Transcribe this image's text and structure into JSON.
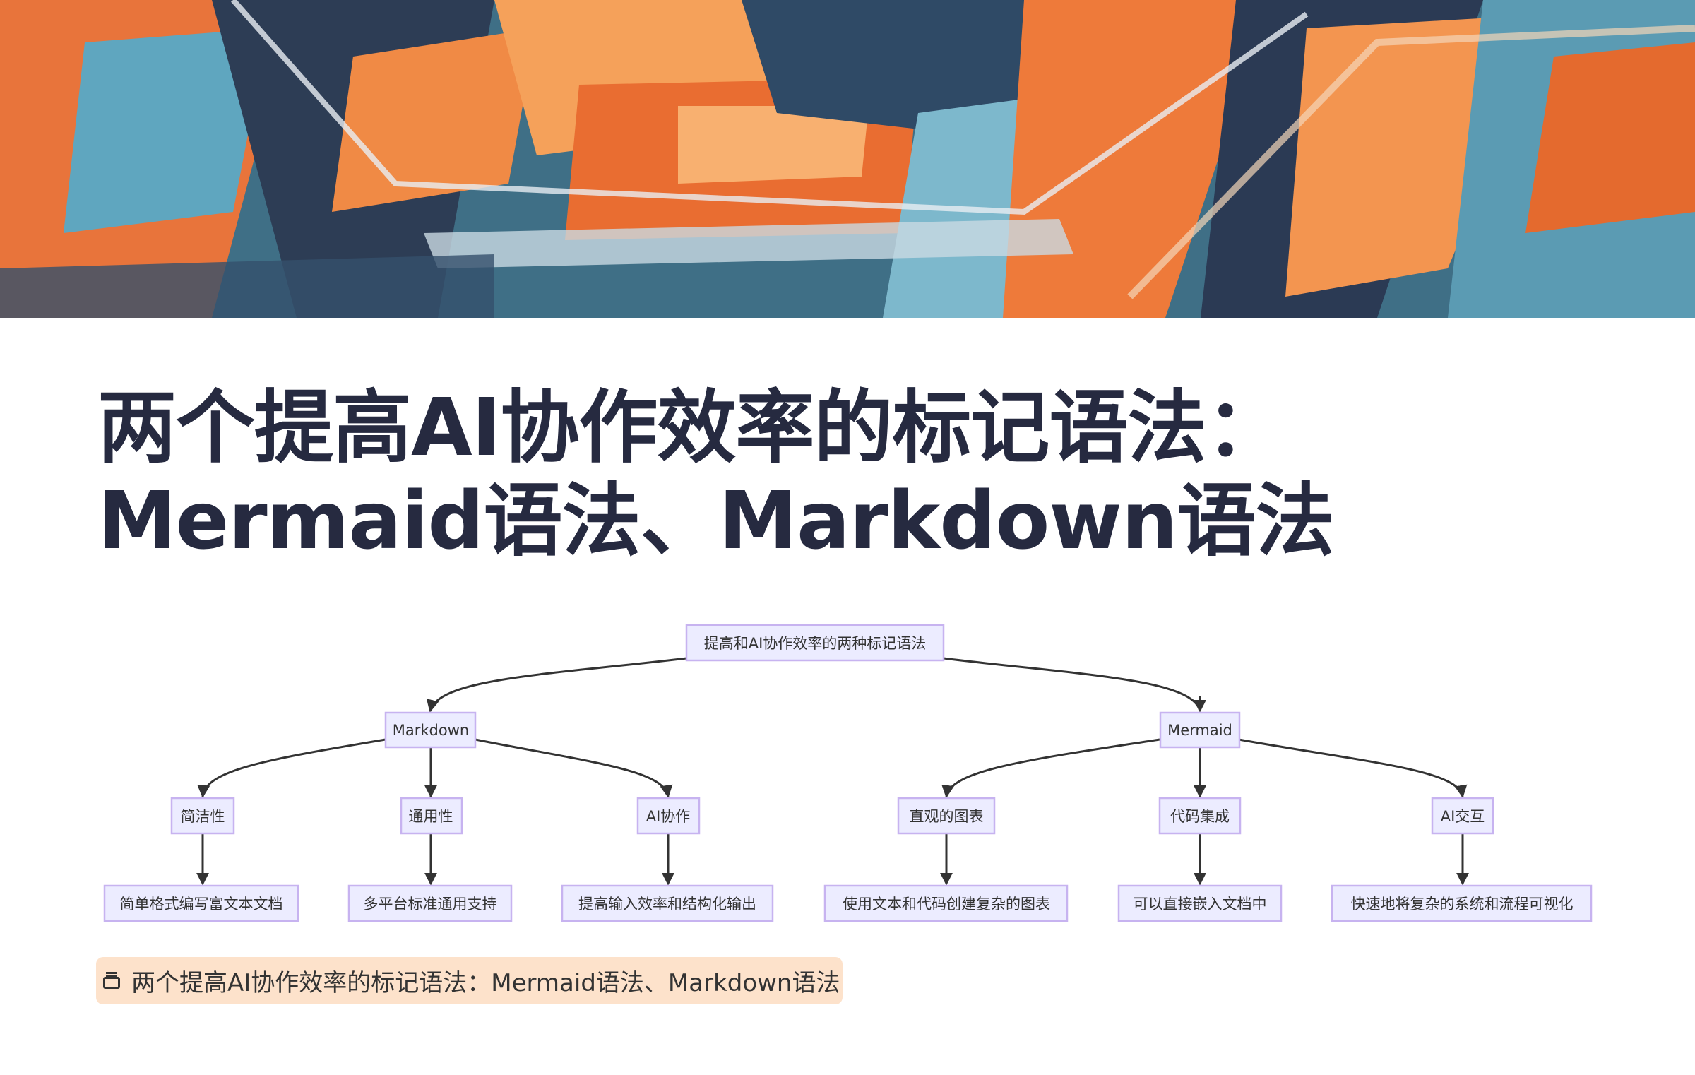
{
  "page": {
    "title": "两个提高AI协作效率的标记语法：Mermaid语法、Markdown语法"
  },
  "diagram": {
    "root": "提高和AI协作效率的两种标记语法",
    "markdown": {
      "label": "Markdown",
      "children": [
        {
          "label": "简洁性",
          "detail": "简单格式编写富文本文档"
        },
        {
          "label": "通用性",
          "detail": "多平台标准通用支持"
        },
        {
          "label": "AI协作",
          "detail": "提高输入效率和结构化输出"
        }
      ]
    },
    "mermaid": {
      "label": "Mermaid",
      "children": [
        {
          "label": "直观的图表",
          "detail": "使用文本和代码创建复杂的图表"
        },
        {
          "label": "代码集成",
          "detail": "可以直接嵌入文档中"
        },
        {
          "label": "AI交互",
          "detail": "快速地将复杂的系统和流程可视化"
        }
      ]
    }
  },
  "caption": {
    "icon": "database-icon",
    "text": "两个提高AI协作效率的标记语法：Mermaid语法、Markdown语法"
  },
  "colors": {
    "node_fill": "#ECECFF",
    "node_stroke": "#c7b3f0",
    "title": "#262a40",
    "caption_bg": "#fde2cb"
  }
}
